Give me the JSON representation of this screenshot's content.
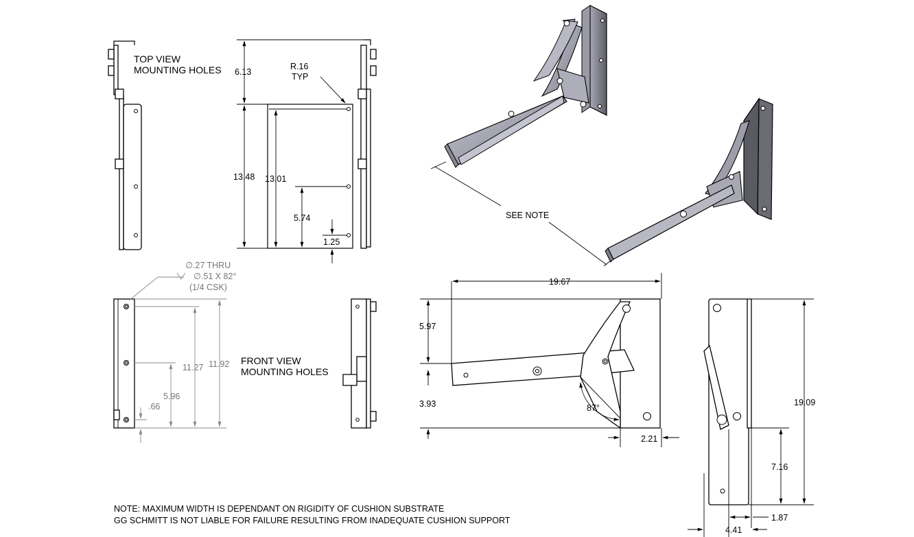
{
  "labels": {
    "top_view": [
      "TOP VIEW",
      "MOUNTING HOLES"
    ],
    "front_view": [
      "FRONT VIEW",
      "MOUNTING HOLES"
    ],
    "radius_note": [
      "R.16",
      "TYP"
    ],
    "hole_callout": [
      "∅.27 THRU",
      "∅.51 X 82°",
      "(1/4 CSK)"
    ],
    "see_note": "SEE NOTE",
    "angle": "87°"
  },
  "dimensions": {
    "top_view": {
      "d1": "6.13",
      "d2": "13.48",
      "d3": "13.01",
      "d4": "5.74",
      "d5": "1.25"
    },
    "front_view": {
      "d1": "11.27",
      "d2": "11.92",
      "d3": "5.96",
      "d4": ".66"
    },
    "side_view": {
      "width": "19.67",
      "upper": "5.97",
      "lower": "3.93",
      "offset": "2.21"
    },
    "end_view": {
      "height": "19.09",
      "lower": "7.16",
      "d1": "1.87",
      "d2": "4.41"
    }
  },
  "notes": [
    "NOTE: MAXIMUM WIDTH IS DEPENDANT ON RIGIDITY OF CUSHION SUBSTRATE",
    "GG SCHMITT IS NOT LIABLE FOR FAILURE RESULTING FROM INADEQUATE CUSHION SUPPORT"
  ]
}
